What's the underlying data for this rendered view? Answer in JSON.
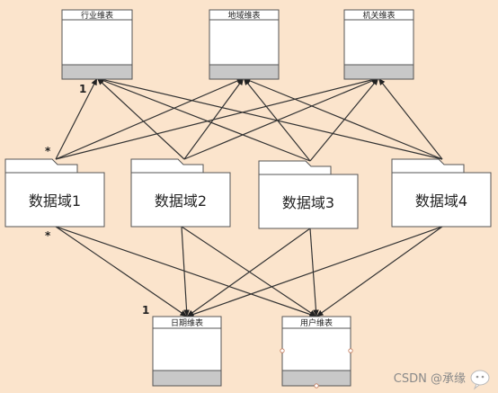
{
  "diagram": {
    "tables_top": [
      {
        "id": "t-industry",
        "title": "行业维表"
      },
      {
        "id": "t-region",
        "title": "地域维表"
      },
      {
        "id": "t-org",
        "title": "机关维表"
      }
    ],
    "domains": [
      {
        "id": "d1",
        "label": "数据域1"
      },
      {
        "id": "d2",
        "label": "数据域2"
      },
      {
        "id": "d3",
        "label": "数据域3"
      },
      {
        "id": "d4",
        "label": "数据域4"
      }
    ],
    "tables_bottom": [
      {
        "id": "t-date",
        "title": "日期维表"
      },
      {
        "id": "t-user",
        "title": "用户维表"
      }
    ],
    "multiplicity": {
      "top_one": "1",
      "domain_many_upper": "*",
      "domain_many_lower": "*",
      "bottom_one": "1"
    },
    "colors": {
      "background": "#fbe4cc",
      "table_fill": "#ffffff",
      "table_footer": "#c8c8c8",
      "line": "#333333"
    }
  },
  "watermark": {
    "text": "CSDN @承缘"
  }
}
